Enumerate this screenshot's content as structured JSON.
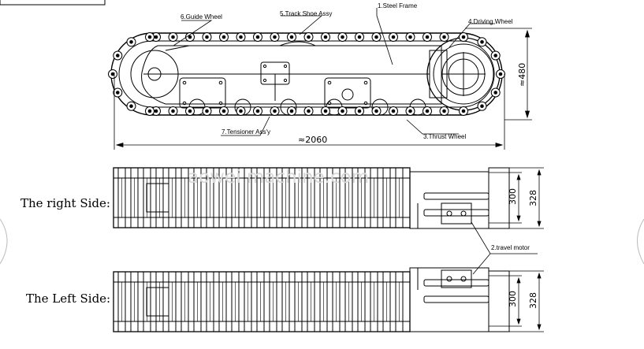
{
  "labels": {
    "steel_frame": "1.Steel Frame",
    "driving_wheel": "4.Driving Wheel",
    "guide_wheel": "6.Guide Wheel",
    "track_shoe": "5.Track Shoe Assy",
    "tensioner": "7.Tensioner Ass'y",
    "thrust_wheel": "3.Thrust Wheel",
    "travel_motor": "2.travel motor"
  },
  "dimensions": {
    "length": "≈2060",
    "height": "≈480",
    "inner_width_right": "300",
    "outer_width_right": "328",
    "inner_width_left": "300",
    "outer_width_left": "328"
  },
  "views": {
    "right_side": "The right Side:",
    "left_side": "The Left Side:"
  },
  "watermark": "aowei machine.com"
}
